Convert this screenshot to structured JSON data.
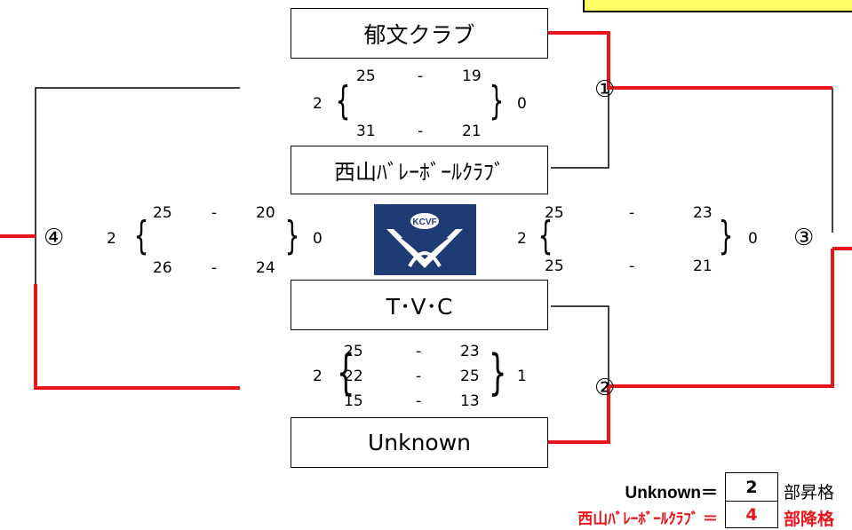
{
  "teams": {
    "team1": "郁文クラブ",
    "team2": "西山ﾊﾞﾚｰﾎﾞｰﾙｸﾗﾌﾞ",
    "team3": "T･V･C",
    "team4": "Unknown"
  },
  "match1": {
    "label": "①",
    "sets_left": "2",
    "sets_right": "0",
    "rows": [
      {
        "a": "25",
        "dash": "-",
        "b": "19"
      },
      {
        "a": "31",
        "dash": "-",
        "b": "21"
      }
    ]
  },
  "match2": {
    "label": "②",
    "sets_left": "2",
    "sets_right": "1",
    "rows": [
      {
        "a": "25",
        "dash": "-",
        "b": "23"
      },
      {
        "a": "22",
        "dash": "-",
        "b": "25"
      },
      {
        "a": "15",
        "dash": "-",
        "b": "13"
      }
    ]
  },
  "match3": {
    "label": "③",
    "sets_left": "2",
    "sets_right": "0",
    "rows": [
      {
        "a": "25",
        "dash": "-",
        "b": "23"
      },
      {
        "a": "25",
        "dash": "-",
        "b": "21"
      }
    ]
  },
  "match4": {
    "label": "④",
    "sets_left": "2",
    "sets_right": "0",
    "rows": [
      {
        "a": "25",
        "dash": "-",
        "b": "20"
      },
      {
        "a": "26",
        "dash": "-",
        "b": "24"
      }
    ]
  },
  "logo": {
    "text": "KCVF",
    "icon": "kcvf-logo"
  },
  "results": {
    "promotion": {
      "team": "Unknown＝",
      "division": "2",
      "suffix": "部昇格"
    },
    "relegation": {
      "team": "西山ﾊﾞﾚｰﾎﾞｰﾙｸﾗﾌﾞ ＝",
      "division": "4",
      "suffix": "部降格"
    }
  },
  "colors": {
    "winner_line": "#e8141c",
    "line": "#000000",
    "logo_bg": "#1f3b73",
    "banner": "#ffff66"
  }
}
